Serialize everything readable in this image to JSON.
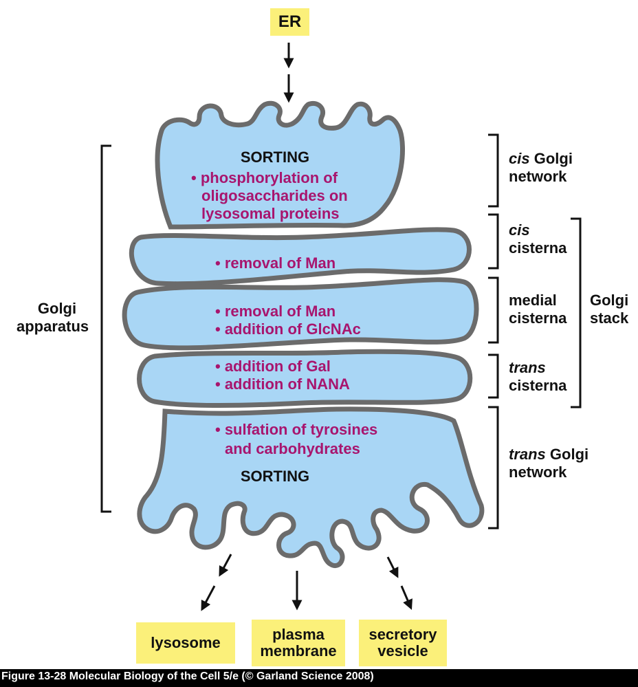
{
  "top_box": "ER",
  "bottom_boxes": {
    "lysosome": "lysosome",
    "plasma_line1": "plasma",
    "plasma_line2": "membrane",
    "secretory_line1": "secretory",
    "secretory_line2": "vesicle"
  },
  "left_label": {
    "line1": "Golgi",
    "line2": "apparatus"
  },
  "right_labels": {
    "cis_network_italic": "cis",
    "cis_network_rest": "Golgi",
    "cis_network_line2": "network",
    "cis_cisterna_line1": "cis",
    "cis_cisterna_line2": "cisterna",
    "medial_line1": "medial",
    "medial_line2": "cisterna",
    "trans_cisterna_line1": "trans",
    "trans_cisterna_line2": "cisterna",
    "trans_network_italic": "trans",
    "trans_network_rest": "Golgi",
    "trans_network_line2": "network",
    "stack_line1": "Golgi",
    "stack_line2": "stack"
  },
  "compartments": {
    "cis_network": {
      "heading": "SORTING",
      "line1": "• phosphorylation of",
      "line2": "oligosaccharides on",
      "line3": "lysosomal proteins"
    },
    "cis_cisterna": {
      "line1": "• removal of Man"
    },
    "medial_cisterna": {
      "line1": "• removal of Man",
      "line2": "• addition of GlcNAc"
    },
    "trans_cisterna": {
      "line1": "• addition of Gal",
      "line2": "• addition of NANA"
    },
    "trans_network": {
      "line1": "• sulfation of tyrosines",
      "line2": "and carbohydrates",
      "heading": "SORTING"
    }
  },
  "caption": "Figure 13-28 Molecular Biology of the Cell 5/e (© Garland Science 2008)",
  "colors": {
    "membrane_fill": "#a9d6f5",
    "membrane_stroke": "#6b6b6b",
    "box": "#fbf07a",
    "enzyme_text": "#a8156e"
  }
}
